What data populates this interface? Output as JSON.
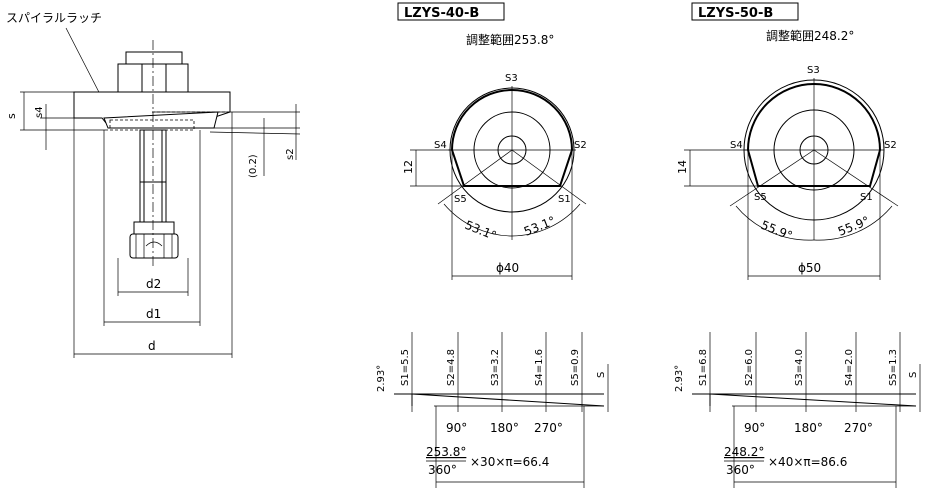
{
  "left": {
    "callout": "スパイラルラッチ",
    "dim_s": "s",
    "dim_s4": "s4",
    "dim_s2": "s2",
    "dim_02": "(0.2)",
    "dim_d2": "d2",
    "dim_d1": "d1",
    "dim_d": "d"
  },
  "models": [
    {
      "label": "LZYS-40-B",
      "range": "調整範囲253.8°",
      "s1": "S1",
      "s2": "S2",
      "s3": "S3",
      "s4": "S4",
      "s5": "S5",
      "h": "12",
      "angL": "53.1°",
      "angR": "53.1°",
      "dia": "ϕ40",
      "deg": "2.93°",
      "steps": [
        "S1=5.5",
        "S2=4.8",
        "S3=3.2",
        "S4=1.6",
        "S5=0.9"
      ],
      "s": "S",
      "angles": [
        "90°",
        "180°",
        "270°"
      ],
      "num": "253.8°",
      "den": "360°",
      "rest": "×30×π=66.4"
    },
    {
      "label": "LZYS-50-B",
      "range": "調整範囲248.2°",
      "s1": "S1",
      "s2": "S2",
      "s3": "S3",
      "s4": "S4",
      "s5": "S5",
      "h": "14",
      "angL": "55.9°",
      "angR": "55.9°",
      "dia": "ϕ50",
      "deg": "2.93°",
      "steps": [
        "S1=6.8",
        "S2=6.0",
        "S3=4.0",
        "S4=2.0",
        "S5=1.3"
      ],
      "s": "S",
      "angles": [
        "90°",
        "180°",
        "270°"
      ],
      "num": "248.2°",
      "den": "360°",
      "rest": "×40×π=86.6"
    }
  ]
}
